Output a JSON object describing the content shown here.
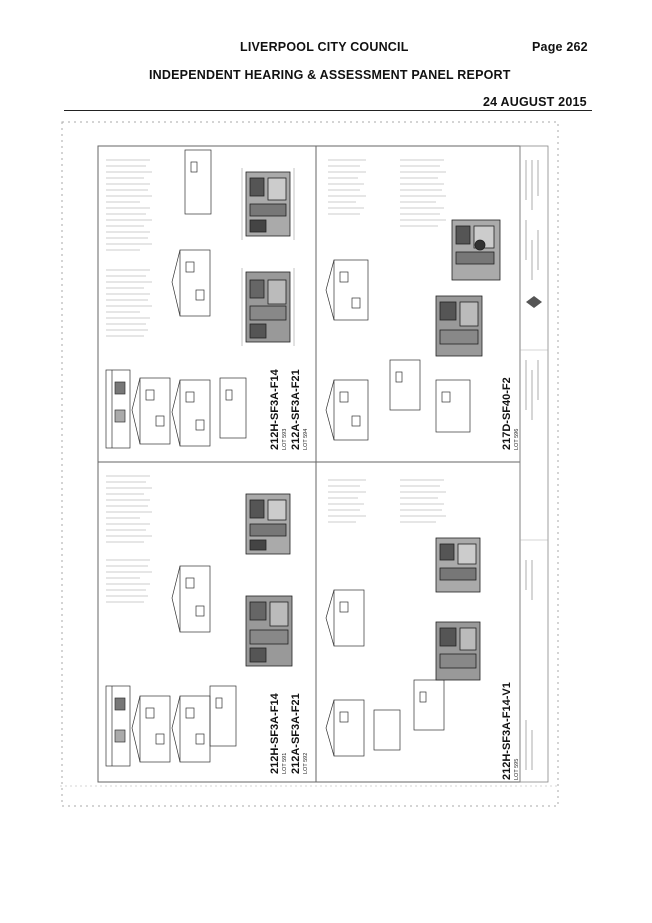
{
  "header": {
    "council": "LIVERPOOL CITY COUNCIL",
    "page": "Page 262",
    "report_title": "INDEPENDENT HEARING & ASSESSMENT PANEL REPORT",
    "date": "24 AUGUST 2015"
  },
  "drawing": {
    "panels": [
      {
        "title_1": "212H-SF3A-F14",
        "lot_1": "LOT 591",
        "title_2": "212A-SF3A-F21",
        "lot_2": "LOT 592"
      },
      {
        "title_1": "212H-SF3A-F14-V1",
        "lot_1": "LOT 595"
      },
      {
        "title_1": "212H-SF3A-F14",
        "lot_1": "LOT 593",
        "title_2": "212A-SF3A-F21",
        "lot_2": "LOT 594"
      },
      {
        "title_1": "217D-SF40-F2",
        "lot_1": "LOT 596"
      }
    ]
  },
  "colors": {
    "ink": "#222222",
    "fill_dark": "#777777",
    "fill_mid": "#aaaaaa",
    "line_light": "#999999"
  }
}
